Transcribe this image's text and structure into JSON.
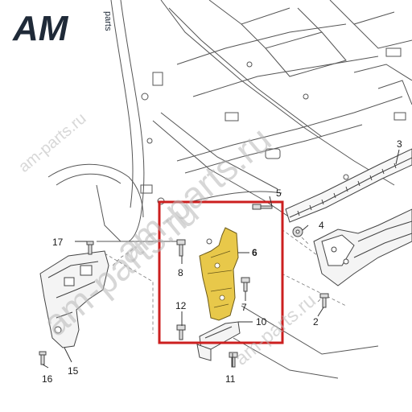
{
  "logo": {
    "main": "AM",
    "sub": "parts"
  },
  "watermarks": [
    "am-parts.ru",
    "am-parts.ru",
    "am-parts.ru",
    "am-parts.ru"
  ],
  "highlight_color": "#cc1f1f",
  "part_color": "#e8c84a",
  "callouts": [
    {
      "id": "callout-2",
      "label": "2"
    },
    {
      "id": "callout-3",
      "label": "3"
    },
    {
      "id": "callout-4",
      "label": "4"
    },
    {
      "id": "callout-5",
      "label": "5"
    },
    {
      "id": "callout-6",
      "label": "6",
      "highlighted": true
    },
    {
      "id": "callout-7",
      "label": "7"
    },
    {
      "id": "callout-8",
      "label": "8"
    },
    {
      "id": "callout-10",
      "label": "10"
    },
    {
      "id": "callout-11",
      "label": "11"
    },
    {
      "id": "callout-12",
      "label": "12"
    },
    {
      "id": "callout-15",
      "label": "15"
    },
    {
      "id": "callout-16",
      "label": "16"
    },
    {
      "id": "callout-17",
      "label": "17"
    }
  ]
}
